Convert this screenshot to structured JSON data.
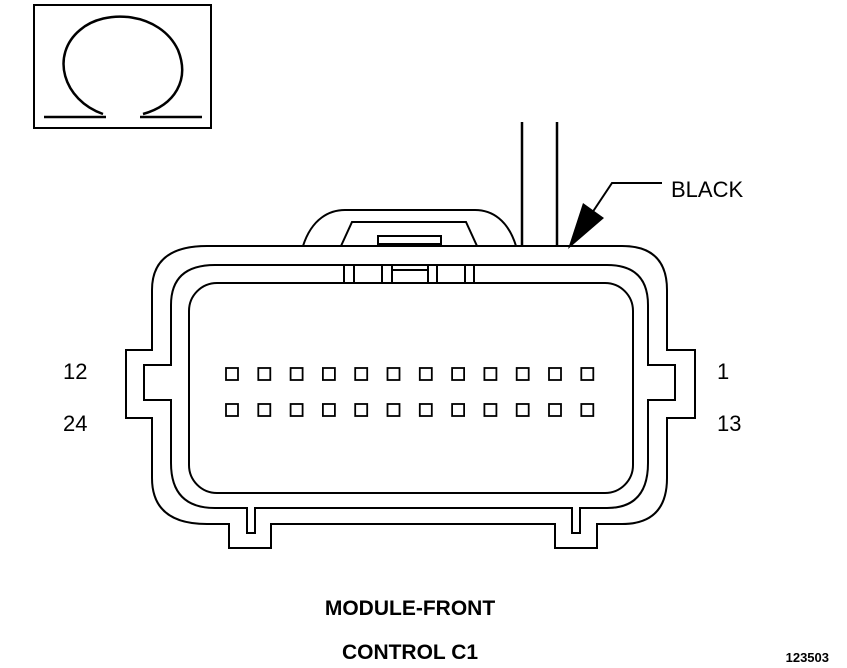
{
  "connector": {
    "wire_color_label": "BLACK",
    "pin_labels": {
      "top_left": "12",
      "bottom_left": "24",
      "top_right": "1",
      "bottom_right": "13"
    },
    "cavity_rows": 2,
    "cavities_per_row": 12
  },
  "title": {
    "line1": "MODULE-FRONT",
    "line2": "CONTROL C1"
  },
  "figure_number": "123503",
  "icon": "terminal-view-symbol-icon",
  "colors": {
    "stroke": "#000000",
    "background": "#ffffff"
  }
}
